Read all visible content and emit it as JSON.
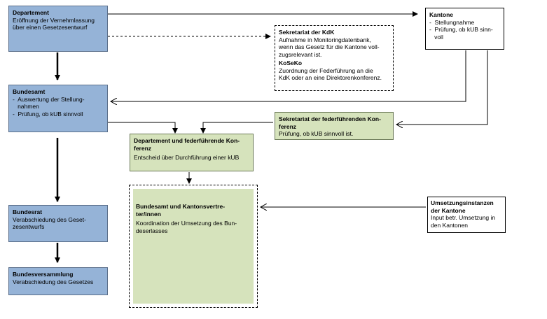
{
  "departement": {
    "title": "Departement",
    "lines": [
      "Eröffnung der Vernehmlassung",
      "über einen Gesetzesentwurf"
    ]
  },
  "kantone": {
    "title": "Kantone",
    "items": [
      "-  Stellungnahme",
      "-  Prüfung, ob kUB sinn-",
      "   voll"
    ]
  },
  "sekretariat_kdk": {
    "title": "Sekretariat der KdK",
    "lines": [
      "Aufnahme in Monitoringdatenbank,",
      "wenn das Gesetz für die Kantone voll-",
      "zugsrelevant ist."
    ],
    "title2": "KoSeKo",
    "lines2": [
      "Zuordnung der Federführung an die",
      "KdK oder an eine Direktorenkonferenz."
    ]
  },
  "bundesamt": {
    "title": "Bundesamt",
    "items": [
      "-  Auswertung der Stellung-",
      "   nahmen",
      "-  Prüfung, ob kUB sinnvoll"
    ]
  },
  "sekretariat_ff": {
    "title": "Sekretariat der federführenden Kon-",
    "title_cont": "ferenz",
    "line": "Prüfung, ob kUB sinnvoll ist."
  },
  "dep_ff": {
    "title": "Departement und federführende Kon-",
    "title_cont": "ferenz",
    "line": "Entscheid über Durchführung einer kUB"
  },
  "bundesamt_kantone": {
    "title": "Bundesamt und Kantonsvertre-",
    "title_cont": "ter/innen",
    "lines": [
      "Koordination der Umsetzung des Bun-",
      "deserlasses"
    ]
  },
  "umsetzung": {
    "title": "Umsetzungsinstanzen",
    "title_cont": "der Kantone",
    "lines": [
      "Input betr. Umsetzung in",
      "den Kantonen"
    ]
  },
  "bundesrat": {
    "title": "Bundesrat",
    "lines": [
      "Verabschiedung des Geset-",
      "zesentwurfs"
    ]
  },
  "bundesversammlung": {
    "title": "Bundesversammlung",
    "lines": [
      "Verabschiedung des Gesetzes"
    ]
  },
  "colors": {
    "blue": "#95b3d7",
    "green": "#d6e3bc"
  }
}
